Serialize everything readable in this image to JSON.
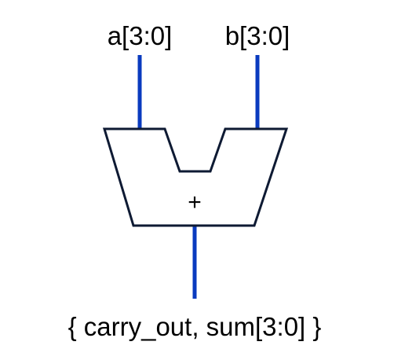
{
  "diagram": {
    "inputs": [
      {
        "label": "a[3:0]"
      },
      {
        "label": "b[3:0]"
      }
    ],
    "operator": "+",
    "output": {
      "label": "{ carry_out, sum[3:0] }"
    },
    "colors": {
      "wire": "#0a3bbf",
      "outline": "#0e1a33",
      "text": "#000000",
      "background": "#ffffff"
    }
  }
}
